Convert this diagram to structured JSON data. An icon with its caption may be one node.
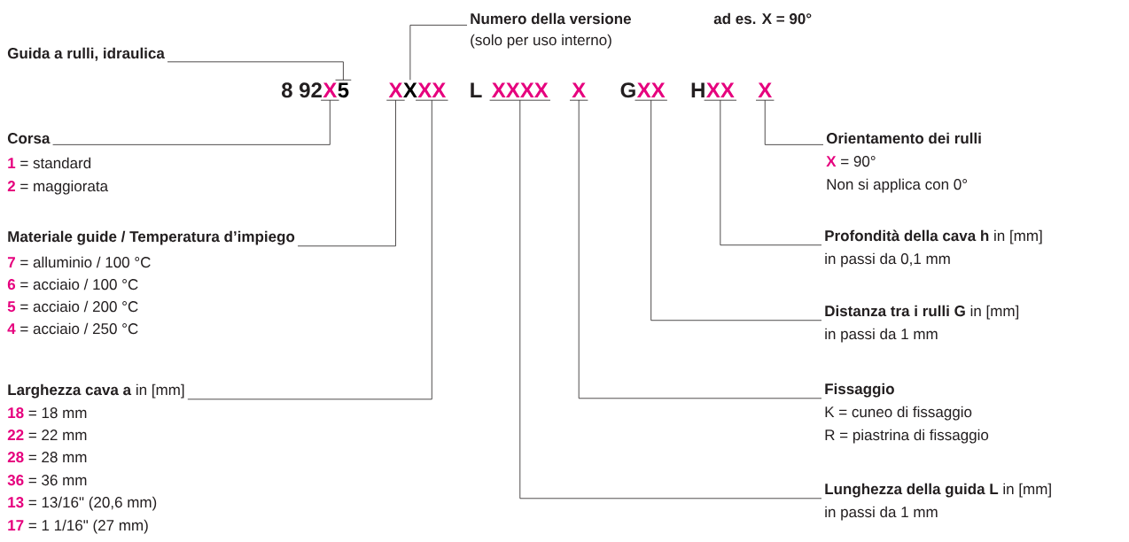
{
  "diagram": {
    "nodes": [
      {
        "text": [
          "Numero della versione"
        ],
        "beside": [
          "(solo per uso interno)"
        ]
      },
      {
        "text": [
          "Guida a rulli, idraulica"
        ]
      },
      {
        "text": [
          "X"
        ]
      },
      {
        "text": [
          "5"
        ]
      },
      {
        "text": [
          "X"
        ]
      },
      {
        "text": [
          "X"
        ]
      },
      {
        "text": [
          "XX"
        ]
      },
      {
        "text": [
          "XXXX"
        ]
      },
      {
        "text": [
          "X"
        ]
      },
      {
        "text": [
          "XX"
        ]
      },
      {
        "text": [
          "XX"
        ]
      },
      {
        "text": [
          "X"
        ]
      },
      {
        "text": [
          "Corsa"
        ],
        "beside": [
          "**1** = standard",
          "**2** = maggiorata"
        ]
      },
      {
        "text": [
          "Orientamento dei rulli"
        ],
        "beside": [
          "**X** = 90°",
          "Non si applica con 0°"
        ]
      },
      {
        "text": [
          "Materiale guide / Temperatura d’impiego"
        ],
        "beside": [
          "**7** = alluminio / 100 °C",
          "**6** = acciaio / 100 °C",
          "**5** = acciaio / 200 °C",
          "**4** = acciaio / 250 °C"
        ]
      },
      {
        "text": [
          "**Profondità della cava h** in [mm]"
        ],
        "beside": [
          "in passi da 0,1 mm"
        ]
      },
      {
        "text": [
          "**Distanza tra i rulli G** in [mm]"
        ],
        "beside": [
          "in passi da 1 mm"
        ]
      },
      {
        "text": [
          "**Larghezza cava a** in [mm]"
        ],
        "beside": [
          "**18** = 18 mm",
          "**22** = 22 mm",
          "**28** = 28 mm",
          "**36** = 36 mm",
          "**13** = 13/16\" (20,6 mm)",
          "**17** = 1 1/16\" (27 mm)"
        ]
      },
      {
        "text": [
          "Fissaggio"
        ],
        "beside": [
          "K = cuneo di fissaggio",
          "R = piastrina di fissaggio"
        ]
      },
      {
        "text": [
          "**Lunghezza della guida L** in [mm]"
        ],
        "beside": [
          "in passi da 1 mm"
        ]
      }
    ],
    "edges": [
      {
        "from": 0,
        "to": 5,
        "arrow": "none"
      },
      {
        "from": 1,
        "to": 3,
        "arrow": "none"
      },
      {
        "from": 12,
        "to": 2,
        "arrow": "none"
      },
      {
        "from": 14,
        "to": 4,
        "arrow": "none"
      },
      {
        "from": 17,
        "to": 6,
        "arrow": "none"
      },
      {
        "from": 19,
        "to": 7,
        "arrow": "none"
      },
      {
        "from": 18,
        "to": 8,
        "arrow": "none"
      },
      {
        "from": 16,
        "to": 9,
        "arrow": "none"
      },
      {
        "from": 15,
        "to": 10,
        "arrow": "none"
      },
      {
        "from": 13,
        "to": 11,
        "arrow": "none"
      }
    ],
    "labels": [
      "ad es. X = 90°",
      "8 92",
      "L",
      "G",
      "H"
    ]
  }
}
